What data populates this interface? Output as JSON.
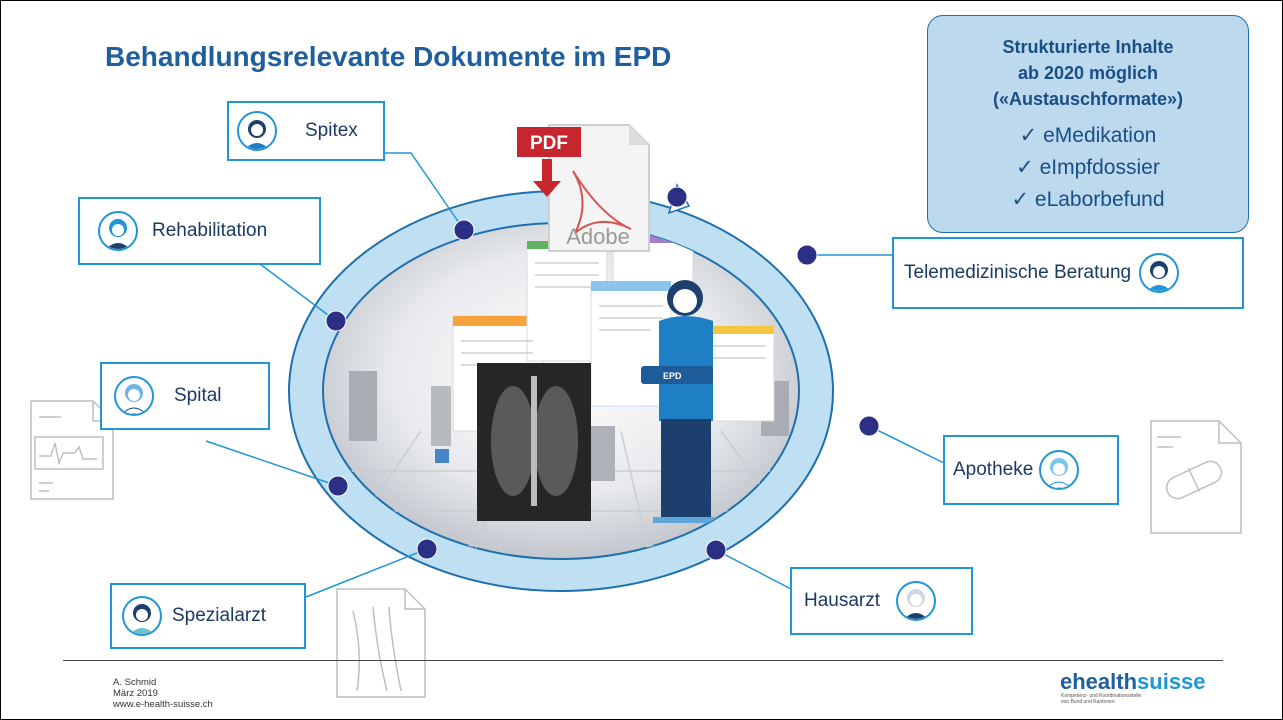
{
  "title": "Behandlungsrelevante Dokumente im EPD",
  "infobox": {
    "line1": "Strukturierte Inhalte",
    "line2": "ab 2020 möglich",
    "line3": "(«Austauschformate»)",
    "items": [
      "✓ eMedikation",
      "✓ eImpfdossier",
      "✓ eLaborbefund"
    ]
  },
  "labels": {
    "spitex": "Spitex",
    "rehabilitation": "Rehabilitation",
    "spital": "Spital",
    "spezialarzt": "Spezialarzt",
    "telemedizin": "Telemedizinische Beratung",
    "apotheke": "Apotheke",
    "hausarzt": "Hausarzt"
  },
  "center": {
    "pdf_badge": "PDF",
    "adobe_text": "Adobe",
    "epd_tag": "EPD"
  },
  "footer": {
    "author": "A. Schmid",
    "date": "März 2019",
    "url": "www.e-health-suisse.ch"
  },
  "logo": {
    "part1": "ehealth",
    "part2": "suisse",
    "tagline1": "Kompetenz- und Koordinationsstelle",
    "tagline2": "von Bund und Kantonen"
  },
  "colors": {
    "title": "#1f5f9e",
    "accent": "#1f96d6",
    "ring": "#bfe0f3",
    "dot": "#2b2f86",
    "infobox_bg": "#bcd9ee"
  }
}
